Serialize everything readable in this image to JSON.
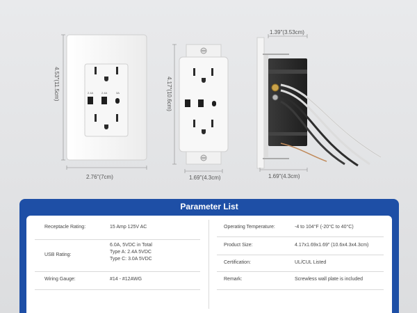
{
  "dimensions": {
    "plate_height": "4.53\"(11.5cm)",
    "plate_width": "2.76\"(7cm)",
    "outlet_height": "4.17\"(10.6cm)",
    "outlet_width": "1.69\"(4.3cm)",
    "side_depth": "1.39\"(3.53cm)",
    "side_width": "1.69\"(4.3cm)"
  },
  "usb_labels": [
    "2.4A",
    "2.4A",
    "3A"
  ],
  "panel": {
    "title": "Parameter List",
    "rows_left": [
      {
        "label": "Receptacle Rating:",
        "value": "15 Amp 125V AC"
      },
      {
        "label": "USB Rating:",
        "value_lines": [
          "6.0A, 5VDC in Total",
          "Type A: 2.4A 5VDC",
          "Type C: 3.0A 5VDC"
        ]
      },
      {
        "label": "Wiring Gauge:",
        "value": "#14 - #12AWG"
      }
    ],
    "rows_right": [
      {
        "label": "Operating Temperature:",
        "value": "-4 to 104°F (-20°C to 40°C)"
      },
      {
        "label": "Product Size:",
        "value": "4.17x1.69x1.69\" (10.6x4.3x4.3cm)"
      },
      {
        "label": "Certification:",
        "value": "UL/CUL Listed"
      },
      {
        "label": "Remark:",
        "value": "Screwless wall plate is included"
      }
    ]
  },
  "colors": {
    "panel_blue": "#1e4fa6",
    "plate_white": "#f5f5f5",
    "housing_black": "#2b2b2b",
    "wire_copper": "#c08a5a"
  }
}
